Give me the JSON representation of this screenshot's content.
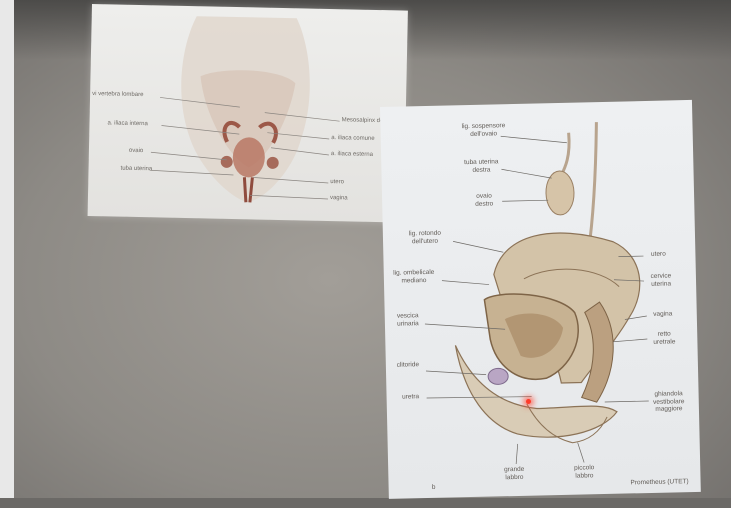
{
  "slide1": {
    "labels_left": [
      "vi vertebra lombare",
      "a. iliaca interna",
      "ovaio",
      "tuba uterina"
    ],
    "labels_right": [
      "Mesosalpinx dell'utero",
      "a. iliaca comune",
      "a. iliaca esterna",
      "utero",
      "vagina"
    ]
  },
  "slide2": {
    "labels": {
      "lig_sosp": "lig. sospensore dell'ovaio",
      "tuba": "tuba uterina destra",
      "ovaio": "ovaio destro",
      "lig_rotondo": "lig. rotondo dell'utero",
      "lig_ombelicale": "lig. ombelicale mediano",
      "vescica": "vescica urinaria",
      "clitoride": "clitoride",
      "uretra": "uretra",
      "utero": "utero",
      "cervice": "cervice uterina",
      "vagina": "vagina",
      "retto": "retto uretrale",
      "ghiandola": "ghiandola vestibolare maggiore",
      "grande_labbro": "grande labbro",
      "piccolo_labbro": "piccolo labbro"
    },
    "panel": "b",
    "credit": "Prometheus (UTET)"
  },
  "colors": {
    "wall": "#8e8b86",
    "slide_bg": "#eef0f2",
    "tissue": "#cfc2ad",
    "tissue_dark": "#a7896a",
    "laser": "#ff3a2a"
  }
}
